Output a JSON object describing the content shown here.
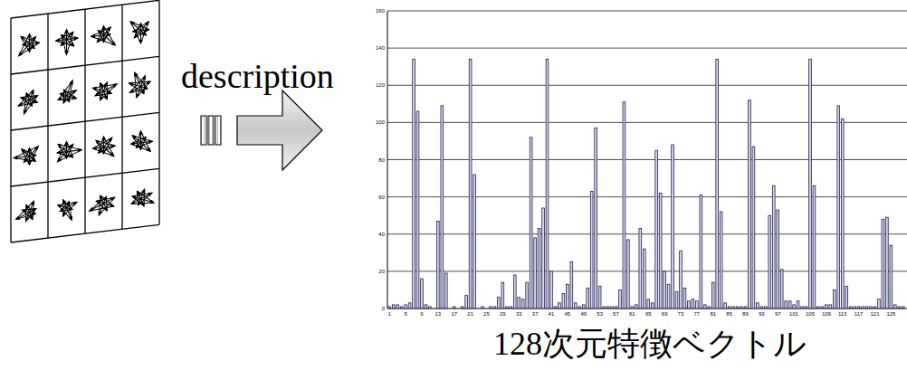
{
  "diagram": {
    "caption": "128次元特徴ベクトル",
    "labels": [
      "description",
      "0",
      "20",
      "40",
      "60",
      "80",
      "100",
      "120",
      "140",
      "160",
      "1",
      "5",
      "9",
      "13",
      "17",
      "21",
      "25",
      "29",
      "33",
      "37",
      "41",
      "45",
      "49",
      "53",
      "57",
      "61",
      "65",
      "69",
      "73",
      "77",
      "81",
      "85",
      "89",
      "93",
      "97",
      "101",
      "105",
      "109",
      "113",
      "117",
      "121",
      "125"
    ]
  }
}
